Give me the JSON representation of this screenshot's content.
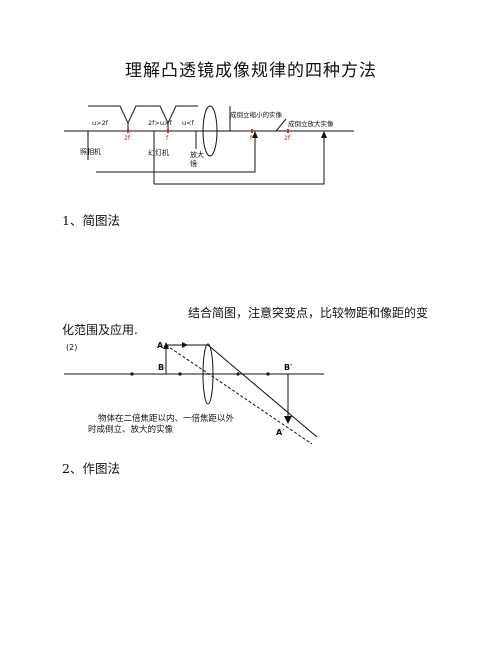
{
  "title": "理解凸透镜成像规律的四种方法",
  "diagram1": {
    "regions": [
      "u>2f",
      "2f>u>f",
      "u<f"
    ],
    "axis_marks": [
      "2f",
      "f",
      "f",
      "2f"
    ],
    "image_labels": [
      "成倒立缩小的实像",
      "成倒立放大实像"
    ],
    "apps": [
      "照相机",
      "幻灯机",
      "放大镜"
    ]
  },
  "section1": {
    "heading": "1、简图法"
  },
  "paragraph": {
    "line1": "结合简图，注意突变点，比较物距和像距的变",
    "line2": "化范围及应用."
  },
  "diagram2": {
    "tag": "(2)",
    "labels": {
      "A": "A",
      "B": "B",
      "B_prime": "B′",
      "A_prime": "A′"
    },
    "caption_line1": "物体在二倍焦距以内、一倍焦距以外",
    "caption_line2": "时成倒立、放大的实像"
  },
  "section2": {
    "heading": "2、作图法"
  },
  "colors": {
    "ink": "#111111",
    "diagram_red": "#d62a1e"
  }
}
